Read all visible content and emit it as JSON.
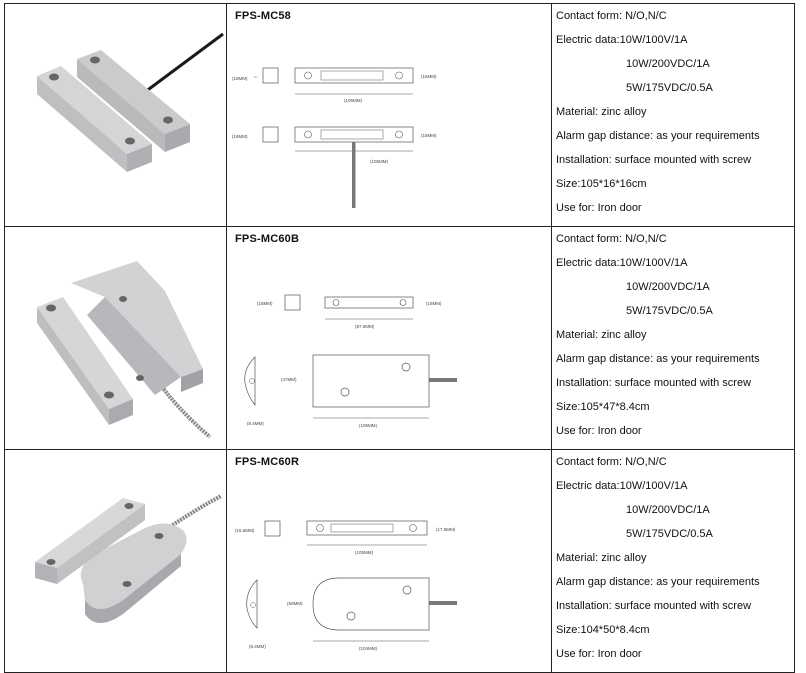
{
  "products": [
    {
      "model": "FPS-MC58",
      "photo_icon": "rectangular-surface-magnetic-contact-with-cable",
      "drawing": {
        "dims": [
          "(16MM)",
          "(105MM)",
          "(16MM)",
          "(16MM)",
          "(105MM)",
          "(16MM)"
        ]
      },
      "specs": [
        "Contact form: N/O,N/C",
        "Electric data:10W/100V/1A",
        "10W/200VDC/1A",
        "5W/175VDC/0.5A",
        "Material: zinc alloy",
        "Alarm gap distance: as your requirements",
        "Installation: surface mounted with screw",
        "Size:105*16*16cm",
        "Use for: Iron door"
      ]
    },
    {
      "model": "FPS-MC60B",
      "photo_icon": "wedge-magnetic-contact-with-armored-cable",
      "drawing": {
        "dims": [
          "(18MM)",
          "(87.5MM)",
          "(16MM)",
          "(47MM)",
          "(8.4MM)",
          "(105MM)"
        ]
      },
      "specs": [
        "Contact form: N/O,N/C",
        "Electric data:10W/100V/1A",
        "10W/200VDC/1A",
        "5W/175VDC/0.5A",
        "Material: zinc alloy",
        "Alarm gap distance: as your requirements",
        "Installation: surface mounted with screw",
        "Size:105*47*8.4cm",
        "Use for: Iron door"
      ]
    },
    {
      "model": "FPS-MC60R",
      "photo_icon": "rounded-magnetic-contact-with-armored-cable",
      "drawing": {
        "dims": [
          "(16.5MM)",
          "(105MM)",
          "(17.5MM)",
          "(50MM)",
          "(8.4MM)",
          "(104MM)"
        ]
      },
      "specs": [
        "Contact form: N/O,N/C",
        "Electric data:10W/100V/1A",
        "10W/200VDC/1A",
        "5W/175VDC/0.5A",
        "Material: zinc alloy",
        "Alarm gap distance: as your requirements",
        "Installation: surface mounted with screw",
        "Size:104*50*8.4cm",
        "Use for: Iron door"
      ]
    }
  ]
}
